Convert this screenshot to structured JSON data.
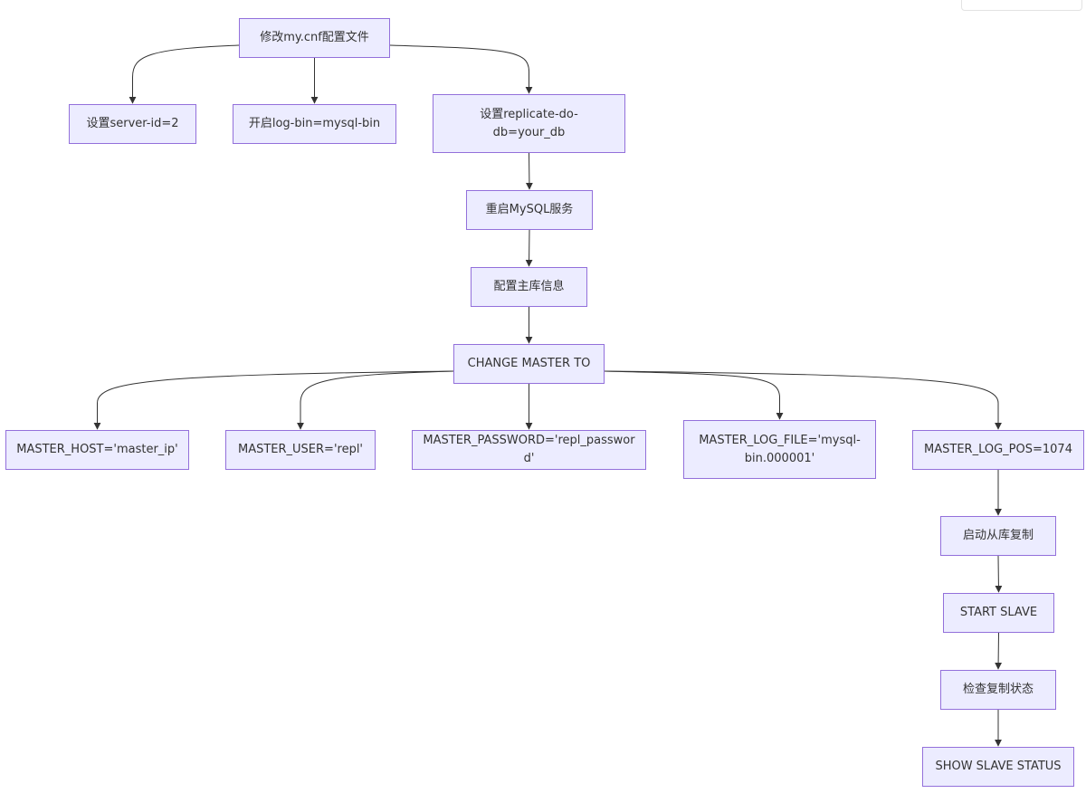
{
  "colors": {
    "node_fill": "#ececff",
    "node_border": "#9370db",
    "edge": "#333333",
    "text": "#333333"
  },
  "nodes": {
    "edit_cnf": "修改my.cnf配置文件",
    "server_id": "设置server-id=2",
    "log_bin": "开启log-bin=mysql-bin",
    "replicate_do_db": "设置replicate-do-\ndb=your_db",
    "restart": "重启MySQL服务",
    "config_master": "配置主库信息",
    "change_master": "CHANGE MASTER TO",
    "master_host": "MASTER_HOST='master_ip'",
    "master_user": "MASTER_USER='repl'",
    "master_password": "MASTER_PASSWORD='repl_password'",
    "master_log_file": "MASTER_LOG_FILE='mysql-\nbin.000001'",
    "master_log_pos": "MASTER_LOG_POS=1074",
    "start_replication": "启动从库复制",
    "start_slave": "START SLAVE",
    "check_status": "检查复制状态",
    "show_slave_status": "SHOW SLAVE STATUS"
  },
  "edges": [
    {
      "from": "edit_cnf",
      "to": "server_id"
    },
    {
      "from": "edit_cnf",
      "to": "log_bin"
    },
    {
      "from": "edit_cnf",
      "to": "replicate_do_db"
    },
    {
      "from": "replicate_do_db",
      "to": "restart"
    },
    {
      "from": "restart",
      "to": "config_master"
    },
    {
      "from": "config_master",
      "to": "change_master"
    },
    {
      "from": "change_master",
      "to": "master_host"
    },
    {
      "from": "change_master",
      "to": "master_user"
    },
    {
      "from": "change_master",
      "to": "master_password"
    },
    {
      "from": "change_master",
      "to": "master_log_file"
    },
    {
      "from": "change_master",
      "to": "master_log_pos"
    },
    {
      "from": "master_log_pos",
      "to": "start_replication"
    },
    {
      "from": "start_replication",
      "to": "start_slave"
    },
    {
      "from": "start_slave",
      "to": "check_status"
    },
    {
      "from": "check_status",
      "to": "show_slave_status"
    }
  ]
}
